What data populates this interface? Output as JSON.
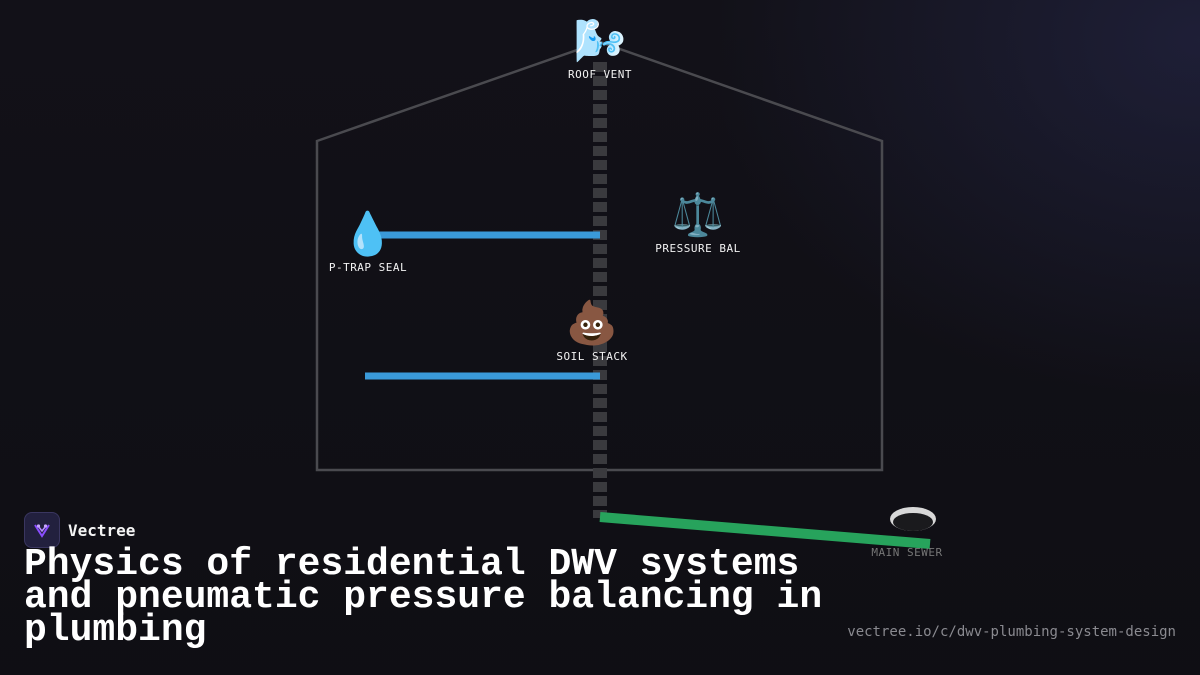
{
  "diagram": {
    "nodes": {
      "roof_vent": {
        "icon": "🌬️",
        "icon_name": "wind-blowing-icon",
        "label": "ROOF VENT"
      },
      "ptrap": {
        "icon": "💧",
        "icon_name": "water-drop-icon",
        "label": "P-TRAP SEAL"
      },
      "pressure": {
        "icon": "⚖️",
        "icon_name": "balance-scale-icon",
        "label": "PRESSURE BAL"
      },
      "soil_stack": {
        "icon": "💩",
        "icon_name": "poop-icon",
        "label": "SOIL STACK"
      },
      "sewer": {
        "icon_name": "sewer-pipe-icon",
        "label": "MAIN SEWER"
      }
    },
    "colors": {
      "house_outline": "#4a4a4f",
      "stack": "#3a3a3e",
      "branch_pipe": "#3a9ad9",
      "sewer_pipe": "#27a35c"
    }
  },
  "brand": {
    "name": "Vectree",
    "accent": "#8a4dff"
  },
  "title": "Physics of residential DWV systems and pneumatic pressure balancing in plumbing",
  "url": "vectree.io/c/dwv-plumbing-system-design"
}
